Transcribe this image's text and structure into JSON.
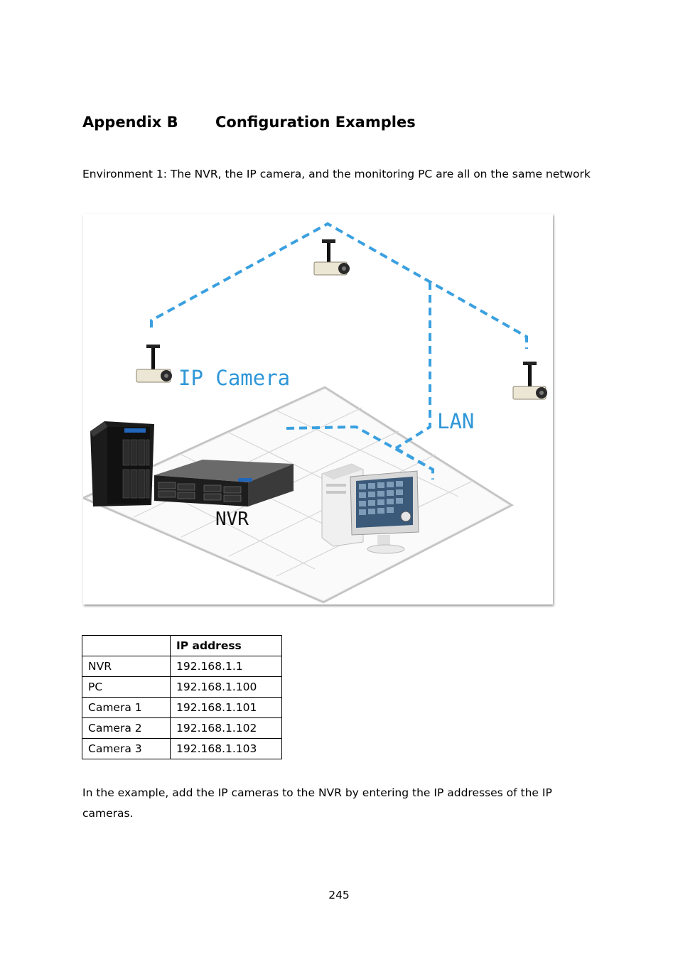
{
  "heading": {
    "number": "Appendix B",
    "title": "Configuration Examples"
  },
  "intro": "Environment 1: The NVR, the IP camera, and the monitoring PC are all on the same network",
  "figure": {
    "label_camera": "IP Camera",
    "label_lan": "LAN",
    "label_nvr": "NVR",
    "line_color": "#3aa0e0",
    "label_color": "#2f97d8"
  },
  "table": {
    "header": [
      "",
      "IP address"
    ],
    "rows": [
      [
        "NVR",
        "192.168.1.1"
      ],
      [
        "PC",
        "192.168.1.100"
      ],
      [
        "Camera 1",
        "192.168.1.101"
      ],
      [
        "Camera 2",
        "192.168.1.102"
      ],
      [
        "Camera 3",
        "192.168.1.103"
      ]
    ]
  },
  "closing": "In the example, add the IP cameras to the NVR by entering the IP addresses of the IP cameras.",
  "page_number": "245"
}
